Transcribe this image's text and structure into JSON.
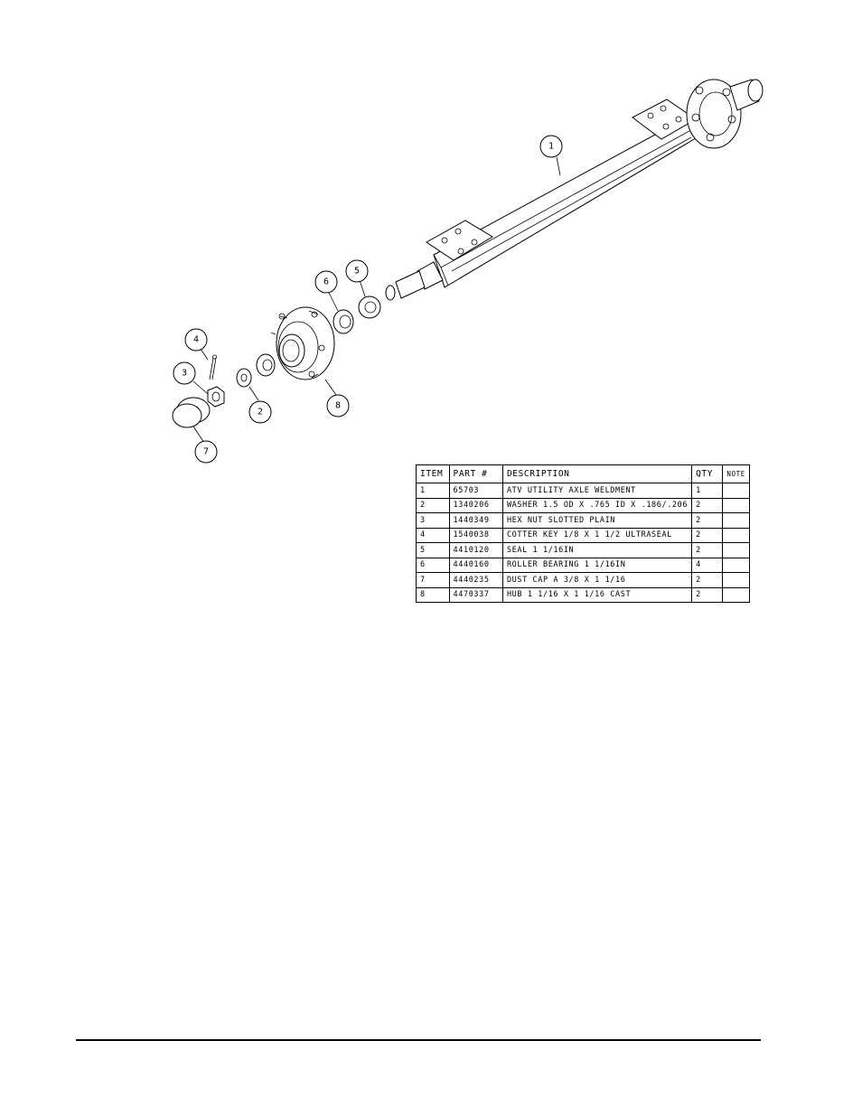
{
  "bom": {
    "headers": {
      "item": "ITEM",
      "part": "PART #",
      "description": "DESCRIPTION",
      "qty": "QTY",
      "note": "NOTE"
    },
    "rows": [
      {
        "item": "1",
        "part": "65703",
        "description": "ATV UTILITY AXLE WELDMENT",
        "qty": "1",
        "note": ""
      },
      {
        "item": "2",
        "part": "1340206",
        "description": "WASHER 1.5 OD X .765 ID X .186/.206",
        "qty": "2",
        "note": ""
      },
      {
        "item": "3",
        "part": "1440349",
        "description": "HEX NUT SLOTTED PLAIN",
        "qty": "2",
        "note": ""
      },
      {
        "item": "4",
        "part": "1540038",
        "description": "COTTER KEY 1/8 X 1 1/2 ULTRASEAL",
        "qty": "2",
        "note": ""
      },
      {
        "item": "5",
        "part": "4410120",
        "description": "SEAL  1 1/16IN",
        "qty": "2",
        "note": ""
      },
      {
        "item": "6",
        "part": "4440160",
        "description": "ROLLER BEARING   1 1/16IN",
        "qty": "4",
        "note": ""
      },
      {
        "item": "7",
        "part": "4440235",
        "description": "DUST CAP A 3/8 X 1 1/16",
        "qty": "2",
        "note": ""
      },
      {
        "item": "8",
        "part": "4470337",
        "description": "HUB  1 1/16 X 1 1/16 CAST",
        "qty": "2",
        "note": ""
      }
    ]
  },
  "callouts": {
    "c1": "1",
    "c2": "2",
    "c3": "3",
    "c4": "4",
    "c5": "5",
    "c6": "6",
    "c7": "7",
    "c8": "8"
  }
}
